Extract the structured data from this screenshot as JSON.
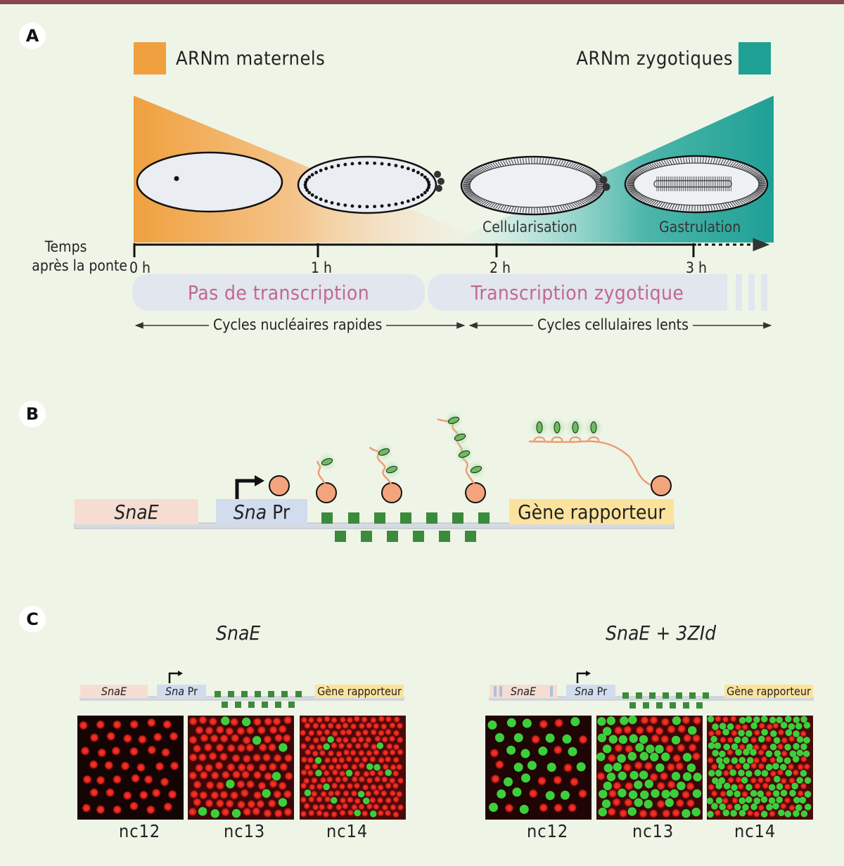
{
  "panels": {
    "a": "A",
    "b": "B",
    "c": "C"
  },
  "panel_a": {
    "legend_maternal": "ARNm maternels",
    "legend_zygotic": "ARNm zygotiques",
    "axis_label_line1": "Temps",
    "axis_label_line2": "après la ponte",
    "ticks": [
      "0 h",
      "1 h",
      "2 h",
      "3 h"
    ],
    "stage_cellularisation": "Cellularisation",
    "stage_gastrulation": "Gastrulation",
    "phase_no_transcription": "Pas de transcription",
    "phase_zygotic_transcription": "Transcription zygotique",
    "cycles_fast": "Cycles nucléaires rapides",
    "cycles_slow": "Cycles cellulaires lents"
  },
  "panel_b": {
    "enhancer": "SnaE",
    "promoter_italic": "Sna",
    "promoter_suffix": "Pr",
    "reporter": "Gène rapporteur"
  },
  "panel_c": {
    "left_title": "SnaE",
    "right_title": "SnaE + 3ZId",
    "enhancer": "SnaE",
    "promoter_italic": "Sna",
    "promoter_suffix": "Pr",
    "reporter": "Gène rapporteur",
    "left_labels": [
      "nc12",
      "nc13",
      "nc14"
    ],
    "right_labels": [
      "nc12",
      "nc13",
      "nc14"
    ]
  },
  "colors": {
    "maternal": "#f0a03e",
    "zygotic": "#1fa095",
    "background": "#eef5e7",
    "nucleus_red": "#e8231f",
    "nucleus_green": "#3ccf3c",
    "binding_site": "#3c8a3c",
    "polymerase": "#f4a47c",
    "enhancer_box": "#f6ddd2",
    "promoter_box": "#d2dcef",
    "reporter_box": "#fbe39e",
    "phase_text": "#c2688e"
  },
  "icons": [
    "transcription-start-arrow-icon",
    "rna-polymerase-icon",
    "ms2-stem-loop-icon",
    "embryo-icon"
  ]
}
